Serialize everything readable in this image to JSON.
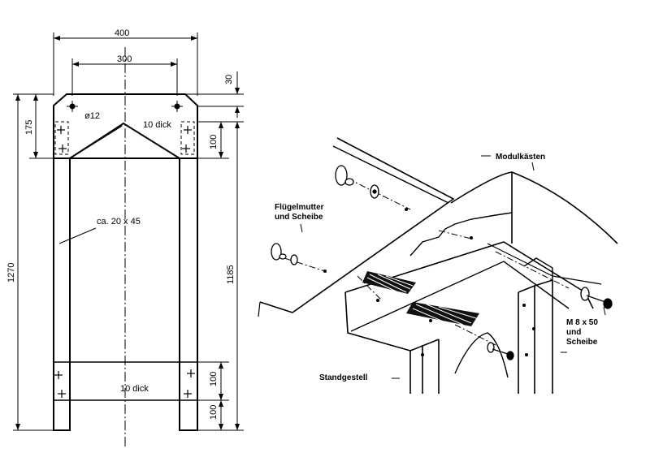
{
  "drawing": {
    "dims": {
      "w400": "400",
      "w300": "300",
      "h30": "30",
      "h175": "175",
      "h1270": "1270",
      "h1185": "1185",
      "h100_top": "100",
      "h100_mid": "100",
      "h100_bot": "100",
      "hole": "ø12",
      "top_thickness": "10 dick",
      "bottom_thickness": "10 dick",
      "rail_section": "ca. 20 x 45"
    }
  },
  "illustration": {
    "labels": {
      "module_boxes": "Modulkästen",
      "wing_nut": "Flügelmutter",
      "washer_line": "und Scheibe",
      "bolt": "M 8 x 50",
      "bolt_und": "und",
      "bolt_washer": "Scheibe",
      "stand": "Standgestell"
    }
  },
  "colors": {
    "ink": "#000000",
    "paper": "#ffffff"
  }
}
